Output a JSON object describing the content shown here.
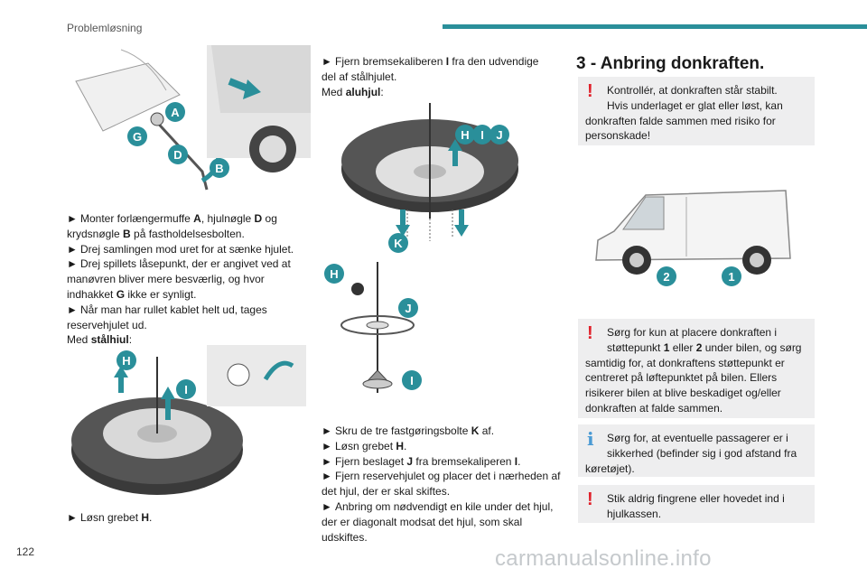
{
  "header": {
    "section": "Problemløsning"
  },
  "page_number": "122",
  "watermark": "carmanualsonline.info",
  "illustration_labels": {
    "fig1": [
      "A",
      "G",
      "D",
      "B"
    ],
    "fig2": [
      "H",
      "I"
    ],
    "fig3": [
      "H",
      "I",
      "J",
      "K"
    ],
    "fig4": [
      "H",
      "J",
      "I"
    ],
    "fig5": [
      "2",
      "1"
    ]
  },
  "col1": {
    "items": [
      {
        "arrow": "►",
        "parts": [
          "Monter forlængermuffe ",
          "A",
          ", hjulnøgle ",
          "D",
          " og krydsnøgle ",
          "B",
          " på fastholdelsesbolten."
        ]
      },
      {
        "arrow": "►",
        "parts": [
          "Drej samlingen mod uret for at sænke hjulet."
        ]
      },
      {
        "arrow": "►",
        "parts": [
          "Drej spillets låsepunkt, der er angivet ved at manøvren bliver mere besværlig, og hvor indhakket ",
          "G",
          " ikke er synligt."
        ]
      },
      {
        "arrow": "►",
        "parts": [
          "Når man har rullet kablet helt ud, tages reservehjulet ud."
        ]
      }
    ],
    "med_steel": [
      "Med ",
      "stålhjul",
      ":"
    ],
    "bottom": {
      "arrow": "►",
      "parts": [
        "Løsn grebet ",
        "H",
        "."
      ]
    }
  },
  "col2": {
    "top": {
      "arrow": "►",
      "parts": [
        "Fjern bremsekaliberen ",
        "I",
        " fra den udvendige del af stålhjulet."
      ]
    },
    "med_alu": [
      "Med ",
      "aluhjul",
      ":"
    ],
    "items": [
      {
        "arrow": "►",
        "parts": [
          "Skru de tre fastgøringsbolte ",
          "K",
          " af."
        ]
      },
      {
        "arrow": "►",
        "parts": [
          "Løsn grebet ",
          "H",
          "."
        ]
      },
      {
        "arrow": "►",
        "parts": [
          "Fjern beslaget ",
          "J",
          " fra bremsekaliperen ",
          "I",
          "."
        ]
      },
      {
        "arrow": "►",
        "parts": [
          "Fjern reservehjulet og placer det i nærheden af det hjul, der er skal skiftes."
        ]
      },
      {
        "arrow": "►",
        "parts": [
          "Anbring om nødvendigt en kile under det hjul, der er diagonalt modsat det hjul, som skal udskiftes."
        ]
      }
    ]
  },
  "col3": {
    "title": "3 - Anbring donkraften.",
    "note1": {
      "icon": "!",
      "first": "Kontrollér, at donkraften står stabilt.",
      "rest": "Hvis underlaget er glat eller løst, kan donkraften falde sammen med risiko for personskade!"
    },
    "note2": {
      "icon": "!",
      "first": [
        "Sørg for kun at placere donkraften i"
      ],
      "rest": [
        "støttepunkt ",
        "1",
        " eller ",
        "2",
        " under bilen, og sørg samtidig for, at donkraftens støttepunkt er centreret på løftepunktet på bilen. Ellers risikerer bilen at blive beskadiget og/eller donkraften at falde sammen."
      ]
    },
    "note3": {
      "icon": "i",
      "first": "Sørg for, at eventuelle passagerer er i",
      "rest": "sikkerhed (befinder sig i god afstand fra køretøjet)."
    },
    "note4": {
      "icon": "!",
      "first": "Stik aldrig fingrene eller hovedet ind i",
      "rest": "hjulkassen."
    }
  },
  "colors": {
    "accent": "#2a8f9a",
    "label_teal": "#2a8f9a",
    "warning": "#e0202a",
    "info": "#4a9ad4",
    "note_bg": "#eeeeef"
  },
  "icons": [
    "warning-icon",
    "info-icon",
    "arrow-bullet-icon"
  ]
}
